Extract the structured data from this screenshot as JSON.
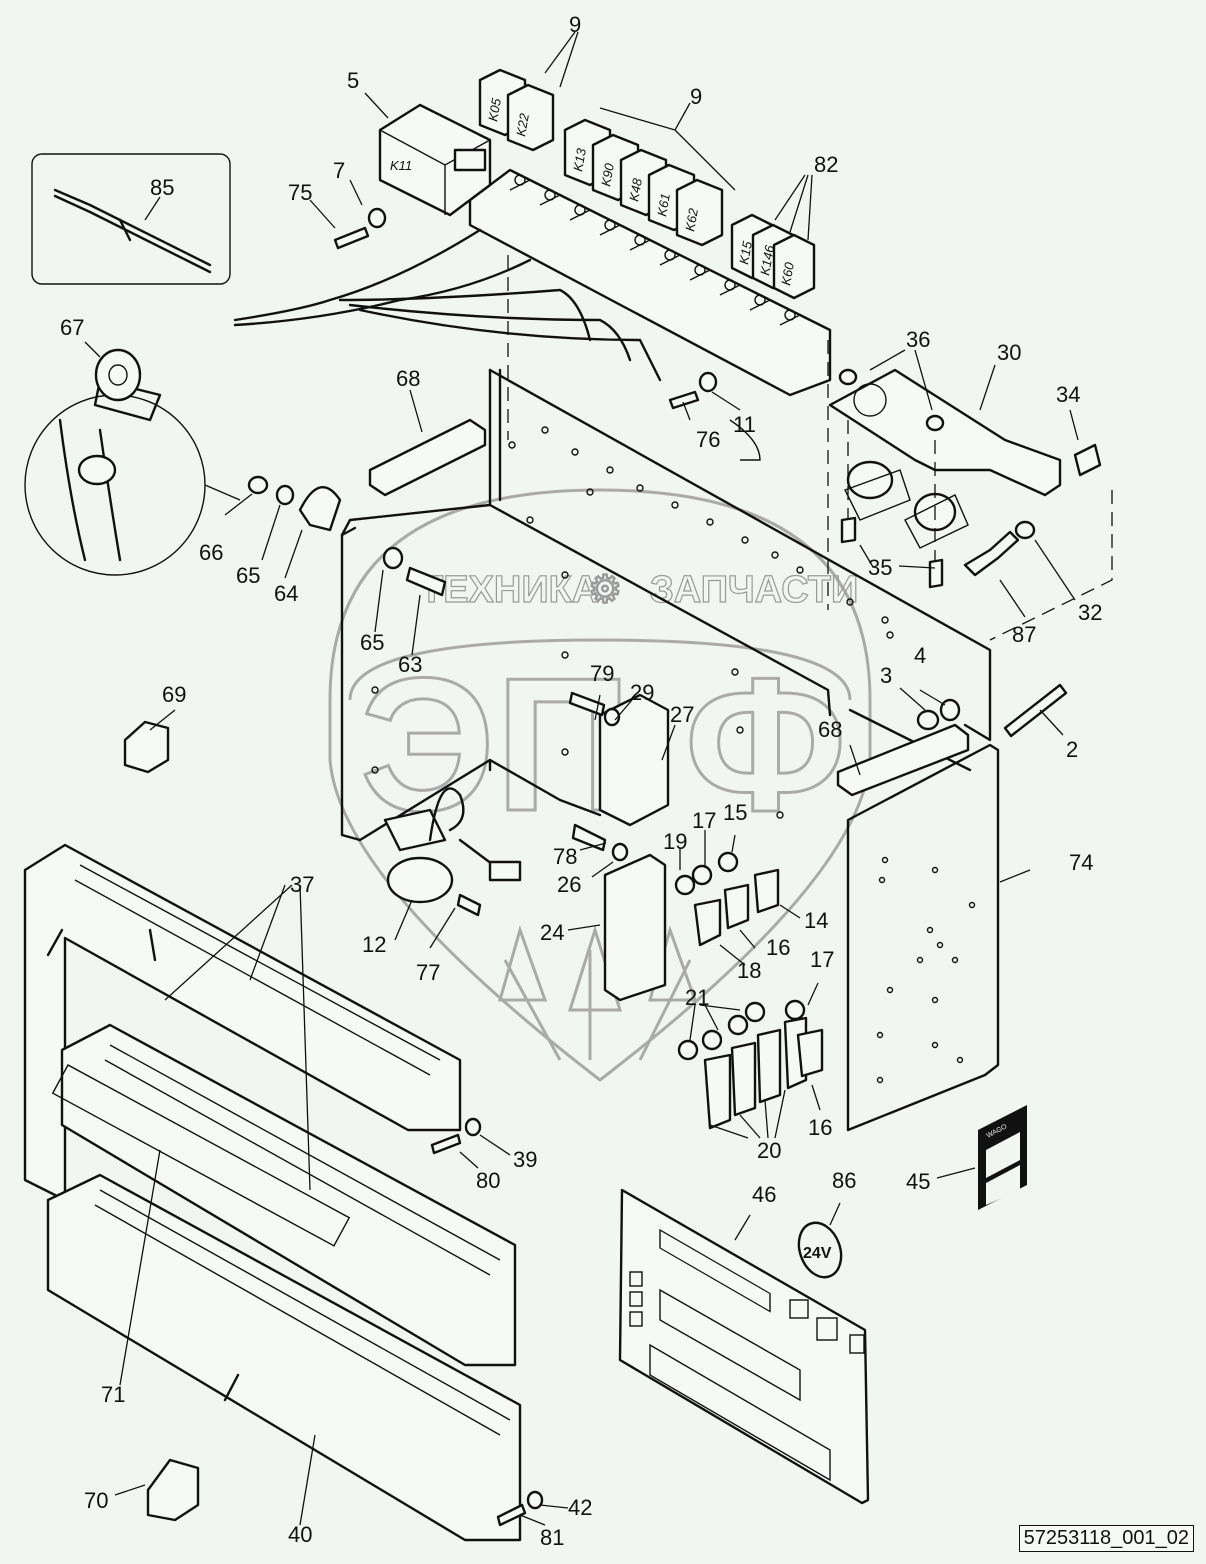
{
  "diagram": {
    "title": "Electrical panel with relays — exploded parts view",
    "reference_code": "57253118_001_02",
    "watermark": {
      "left_word": "ТЕХНИКА",
      "right_word": "ЗАПЧАСТИ",
      "logo_letters": "ЭП Ф",
      "gear_symbol": "⚙"
    },
    "relay_labels": [
      "K11",
      "K05",
      "K22",
      "K13",
      "K90",
      "K48",
      "K61",
      "K62",
      "K15",
      "K146",
      "K60"
    ],
    "sticker_24v": "24V",
    "wago_label": "WAGO",
    "callouts": [
      {
        "id": "c9a",
        "label": "9"
      },
      {
        "id": "c9b",
        "label": "9"
      },
      {
        "id": "c5",
        "label": "5"
      },
      {
        "id": "c7",
        "label": "7"
      },
      {
        "id": "c75",
        "label": "75"
      },
      {
        "id": "c85",
        "label": "85"
      },
      {
        "id": "c82",
        "label": "82"
      },
      {
        "id": "c67",
        "label": "67"
      },
      {
        "id": "c68a",
        "label": "68"
      },
      {
        "id": "c36",
        "label": "36"
      },
      {
        "id": "c30",
        "label": "30"
      },
      {
        "id": "c34",
        "label": "34"
      },
      {
        "id": "c76",
        "label": "76"
      },
      {
        "id": "c11",
        "label": "11"
      },
      {
        "id": "c66",
        "label": "66"
      },
      {
        "id": "c65a",
        "label": "65"
      },
      {
        "id": "c64",
        "label": "64"
      },
      {
        "id": "c35",
        "label": "35"
      },
      {
        "id": "c87",
        "label": "87"
      },
      {
        "id": "c32",
        "label": "32"
      },
      {
        "id": "c65b",
        "label": "65"
      },
      {
        "id": "c63",
        "label": "63"
      },
      {
        "id": "c69",
        "label": "69"
      },
      {
        "id": "c79",
        "label": "79"
      },
      {
        "id": "c29",
        "label": "29"
      },
      {
        "id": "c27",
        "label": "27"
      },
      {
        "id": "c3",
        "label": "3"
      },
      {
        "id": "c4",
        "label": "4"
      },
      {
        "id": "c68b",
        "label": "68"
      },
      {
        "id": "c2",
        "label": "2"
      },
      {
        "id": "c37",
        "label": "37"
      },
      {
        "id": "c78",
        "label": "78"
      },
      {
        "id": "c26",
        "label": "26"
      },
      {
        "id": "c19",
        "label": "19"
      },
      {
        "id": "c17a",
        "label": "17"
      },
      {
        "id": "c15",
        "label": "15"
      },
      {
        "id": "c74",
        "label": "74"
      },
      {
        "id": "c14",
        "label": "14"
      },
      {
        "id": "c12",
        "label": "12"
      },
      {
        "id": "c24",
        "label": "24"
      },
      {
        "id": "c16a",
        "label": "16"
      },
      {
        "id": "c77",
        "label": "77"
      },
      {
        "id": "c18",
        "label": "18"
      },
      {
        "id": "c17b",
        "label": "17"
      },
      {
        "id": "c21",
        "label": "21"
      },
      {
        "id": "c16b",
        "label": "16"
      },
      {
        "id": "c20",
        "label": "20"
      },
      {
        "id": "c39",
        "label": "39"
      },
      {
        "id": "c80",
        "label": "80"
      },
      {
        "id": "c45",
        "label": "45"
      },
      {
        "id": "c86",
        "label": "86"
      },
      {
        "id": "c46",
        "label": "46"
      },
      {
        "id": "c71",
        "label": "71"
      },
      {
        "id": "c70",
        "label": "70"
      },
      {
        "id": "c40",
        "label": "40"
      },
      {
        "id": "c42",
        "label": "42"
      },
      {
        "id": "c81",
        "label": "81"
      }
    ]
  }
}
